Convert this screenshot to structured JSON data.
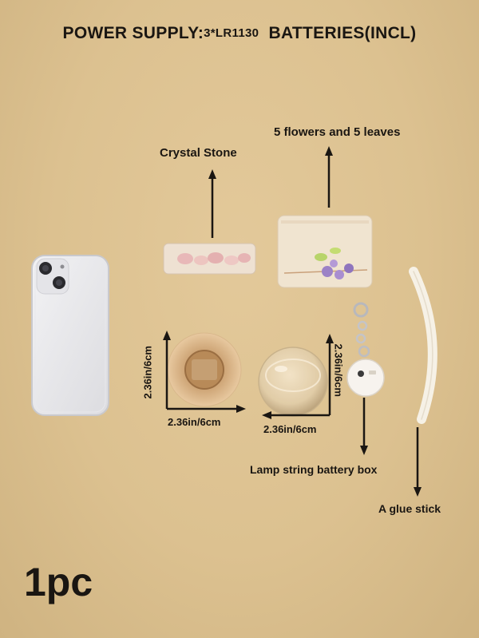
{
  "header": {
    "title_part1": "POWER SUPPLY:",
    "title_part2": "3*LR1130",
    "title_part3": "BATTERIES(INCL)"
  },
  "labels": {
    "crystal_stone": "Crystal Stone",
    "flowers_leaves": "5 flowers and 5 leaves",
    "battery_box": "Lamp string battery box",
    "glue_stick": "A glue stick"
  },
  "dimensions": {
    "base_height": "2.36in/6cm",
    "base_width": "2.36in/6cm",
    "dome_width": "2.36in/6cm",
    "dome_height": "2.36in/6cm"
  },
  "quantity": "1pc"
}
